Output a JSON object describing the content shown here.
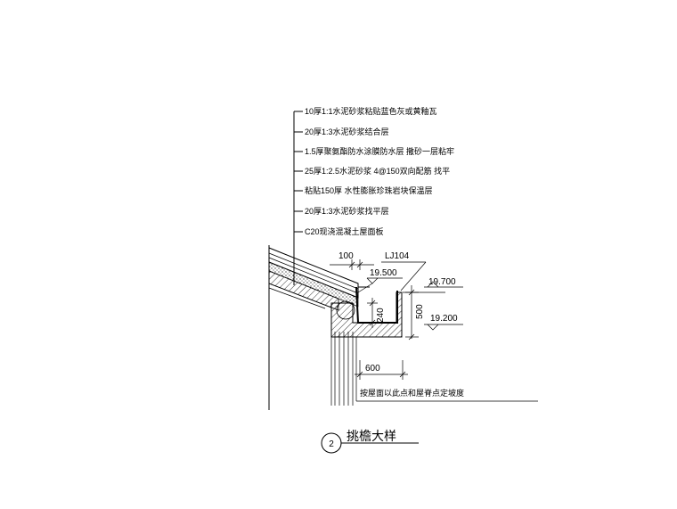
{
  "layers": [
    "10厚1:1水泥砂浆粘贴蓝色灰或黄釉瓦",
    "20厚1:3水泥砂浆结合层",
    "1.5厚聚氨酯防水涂膜防水层 撒砂一层粘牢",
    "25厚1:2.5水泥砂浆  4@150双向配筋  找平",
    "粘贴150厚 水性膨胀珍珠岩块保温层",
    "20厚1:3水泥砂浆找平层",
    "C20现浇混凝土屋面板"
  ],
  "dimensions": {
    "d100": "100",
    "ref": "LJ104",
    "e19500": "19.500",
    "e19700": "19.700",
    "e19200": "19.200",
    "d240": "240",
    "d500": "500",
    "d600": "600"
  },
  "note": "按屋面以此点和屋脊点定坡度",
  "title": {
    "number": "2",
    "text": "挑檐大样"
  }
}
